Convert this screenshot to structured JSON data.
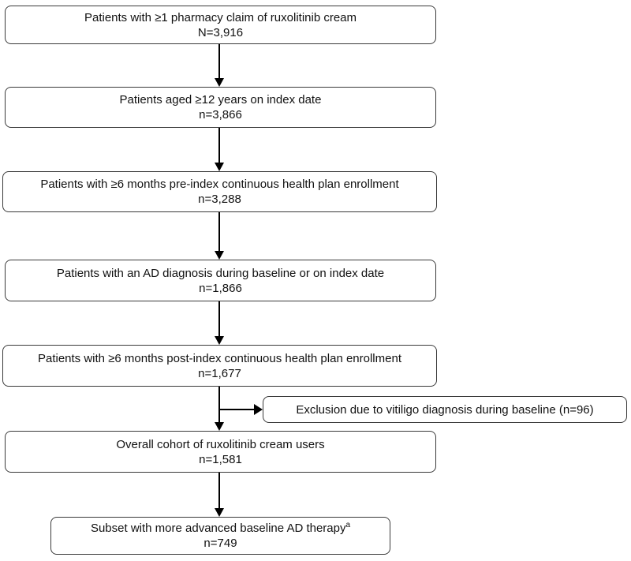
{
  "colors": {
    "background": "#ffffff",
    "box-border": "#3a3a3a",
    "arrow": "#000000",
    "text": "#111111"
  },
  "flow": {
    "boxes": [
      {
        "text": "Patients with ≥1 pharmacy claim of ruxolitinib cream",
        "count": "N=3,916"
      },
      {
        "text": "Patients aged ≥12 years on index date",
        "count": "n=3,866"
      },
      {
        "text": "Patients with ≥6 months pre-index continuous health plan enrollment",
        "count": "n=3,288"
      },
      {
        "text": "Patients with an AD diagnosis during baseline or on index date",
        "count": "n=1,866"
      },
      {
        "text": "Patients with ≥6 months post-index continuous health plan enrollment",
        "count": "n=1,677"
      },
      {
        "text": "Overall cohort of ruxolitinib cream users",
        "count": "n=1,581"
      },
      {
        "text": "Subset with more advanced baseline AD therapy",
        "footnote_marker": "a",
        "count": "n=749"
      }
    ],
    "exclusion": {
      "text": "Exclusion due to vitiligo diagnosis during baseline (n=96)"
    }
  }
}
